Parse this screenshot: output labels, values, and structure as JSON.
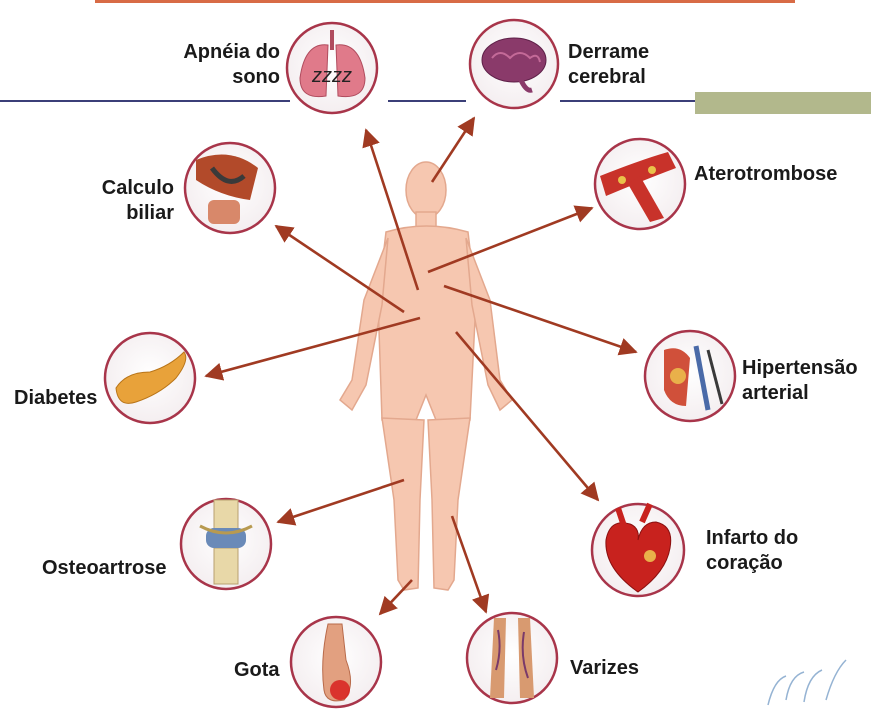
{
  "colors": {
    "arrow": "#a03a22",
    "ring": "#a8354a",
    "body": "#f6c7b0",
    "label": "#1a1a1a",
    "rule": "#3b3f78",
    "olive": "#b2b88c"
  },
  "center": {
    "icon": "human-body-figure"
  },
  "conditions": [
    {
      "id": "apneia",
      "line1": "Apnéia do",
      "line2": "sono",
      "icon": "lungs-icon"
    },
    {
      "id": "derrame",
      "line1": "Derrame",
      "line2": "cerebral",
      "icon": "brain-icon"
    },
    {
      "id": "calculo",
      "line1": "Calculo",
      "line2": "biliar",
      "icon": "gallbladder-icon"
    },
    {
      "id": "aterotrombose",
      "line1": "Aterotrombose",
      "line2": "",
      "icon": "artery-icon"
    },
    {
      "id": "diabetes",
      "line1": "Diabetes",
      "line2": "",
      "icon": "pancreas-icon"
    },
    {
      "id": "hipertensao",
      "line1": "Hipertensão",
      "line2": "arterial",
      "icon": "heart-vessels-icon"
    },
    {
      "id": "osteoartrose",
      "line1": "Osteoartrose",
      "line2": "",
      "icon": "knee-joint-icon"
    },
    {
      "id": "infarto",
      "line1": "Infarto do",
      "line2": "coração",
      "icon": "heart-icon"
    },
    {
      "id": "gota",
      "line1": "Gota",
      "line2": "",
      "icon": "foot-icon"
    },
    {
      "id": "varizes",
      "line1": "Varizes",
      "line2": "",
      "icon": "legs-icon"
    }
  ]
}
